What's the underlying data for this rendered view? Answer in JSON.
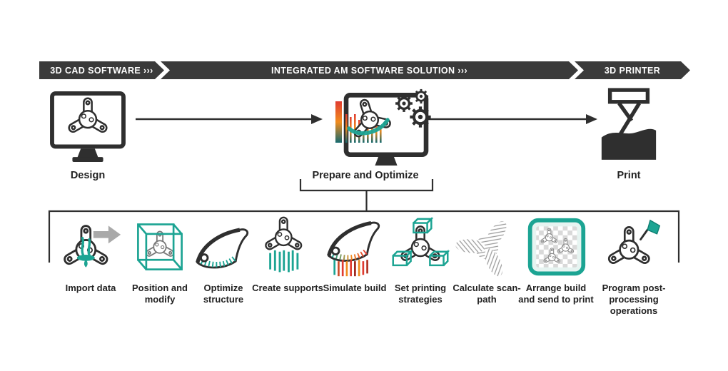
{
  "banner": {
    "segments": [
      {
        "label": "3D CAD SOFTWARE ›››"
      },
      {
        "label": "INTEGRATED AM SOFTWARE SOLUTION ›››"
      },
      {
        "label": "3D PRINTER"
      }
    ]
  },
  "stages": [
    {
      "label": "Design",
      "icon": "monitor-with-cad-part-icon"
    },
    {
      "label": "Prepare and Optimize",
      "icon": "monitor-with-simulation-and-gears-icon"
    },
    {
      "label": "Print",
      "icon": "3d-printer-laser-powder-icon"
    }
  ],
  "steps": [
    {
      "label": "Import data",
      "icon": "part-with-import-arrow-icon"
    },
    {
      "label": "Position and modify",
      "icon": "part-in-bounding-cube-icon"
    },
    {
      "label": "Optimize structure",
      "icon": "lattice-structure-arm-icon"
    },
    {
      "label": "Create supports",
      "icon": "part-with-supports-icon"
    },
    {
      "label": "Simulate build",
      "icon": "thermal-simulation-arm-icon"
    },
    {
      "label": "Set printing strategies",
      "icon": "part-with-strategy-boxes-icon"
    },
    {
      "label": "Calculate scan-path",
      "icon": "hatched-scan-path-icon"
    },
    {
      "label": "Arrange build and send to print",
      "icon": "build-platform-layout-icon"
    },
    {
      "label": "Program post-processing operations",
      "icon": "part-with-tool-icon"
    }
  ],
  "colors": {
    "banner_dark": "#3a3a3a",
    "ink": "#2f2f2f",
    "accent_teal": "#1ca493",
    "arrow_gray": "#a9a9a9",
    "simulation_red": "#e03c31",
    "simulation_orange": "#f08c1e"
  }
}
